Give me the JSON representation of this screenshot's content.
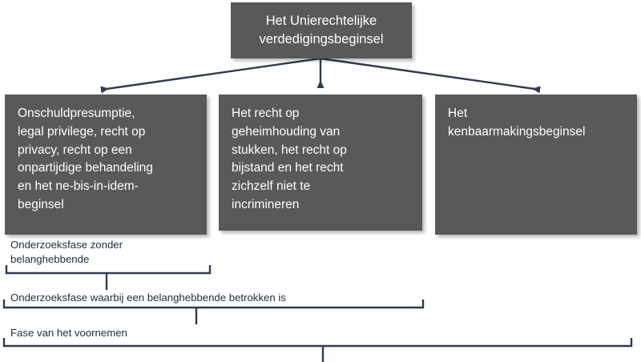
{
  "diagram": {
    "title": "Het Unierechtelijke verdedigingsbeginsel",
    "colors": {
      "node_fill": "#595959",
      "node_text": "#ffffff",
      "connector": "#2E3B51",
      "label_text": "#1F2A3C",
      "background": "#ffffff"
    },
    "root": {
      "label": "Het Unierechtelijke\nverdedigingsbeginsel"
    },
    "children": [
      {
        "label": "Onschuldpresumptie,\nlegal privilege, recht op\nprivacy, recht op een\nonpartijdige behandeling\nen het ne-bis-in-idem-\nbeginsel"
      },
      {
        "label": "Het recht op\ngeheimhouding van\nstukken, het recht op\nbijstand en het recht\nzichzelf niet te\nincrimineren"
      },
      {
        "label": "Het\nkenbaarmakingsbeginsel"
      }
    ],
    "phases": [
      {
        "label": "Onderzoeksfase zonder\nbelanghebbende"
      },
      {
        "label": "Onderzoeksfase waarbij een belanghebbende betrokken is"
      },
      {
        "label": "Fase van het voornemen"
      }
    ]
  }
}
